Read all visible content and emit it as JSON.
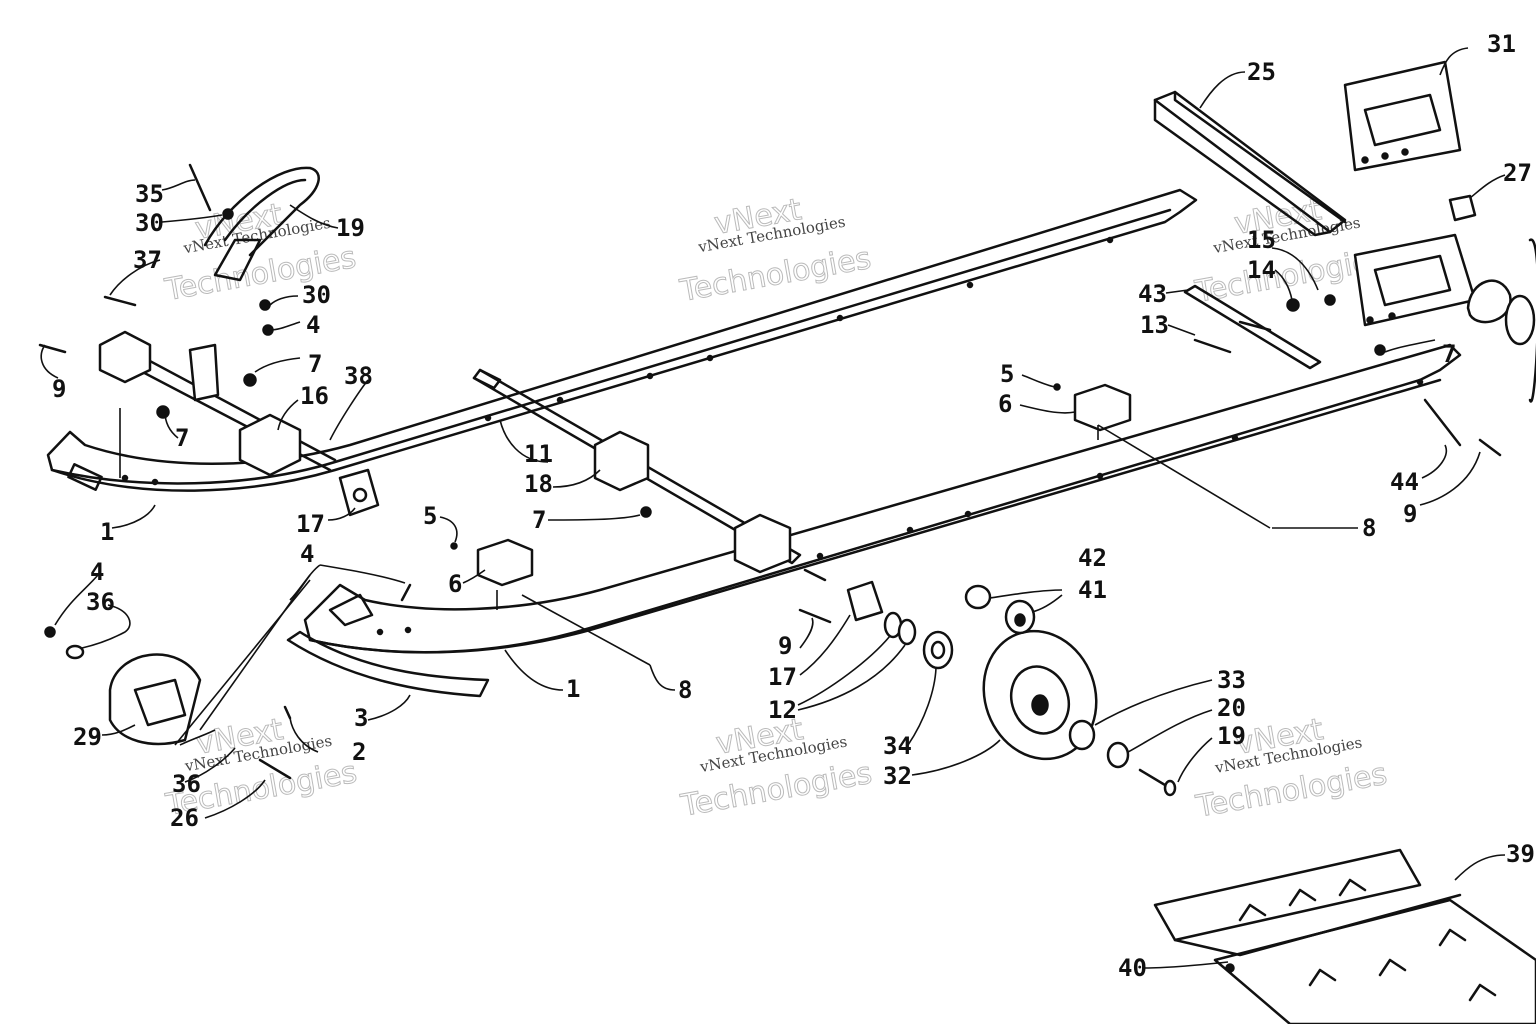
{
  "diagram": {
    "callouts": [
      "1",
      "1",
      "2",
      "3",
      "4",
      "4",
      "4",
      "5",
      "5",
      "6",
      "6",
      "7",
      "7",
      "7",
      "7",
      "8",
      "8",
      "9",
      "9",
      "9",
      "11",
      "12",
      "13",
      "14",
      "15",
      "16",
      "17",
      "17",
      "18",
      "19",
      "19",
      "20",
      "25",
      "26",
      "27",
      "29",
      "30",
      "30",
      "31",
      "32",
      "33",
      "34",
      "35",
      "36",
      "36",
      "37",
      "38",
      "39",
      "40",
      "41",
      "42",
      "43",
      "44"
    ],
    "watermark": {
      "line1": "vNext",
      "line2": "vNext Technologies",
      "line3": "Technologies"
    }
  }
}
